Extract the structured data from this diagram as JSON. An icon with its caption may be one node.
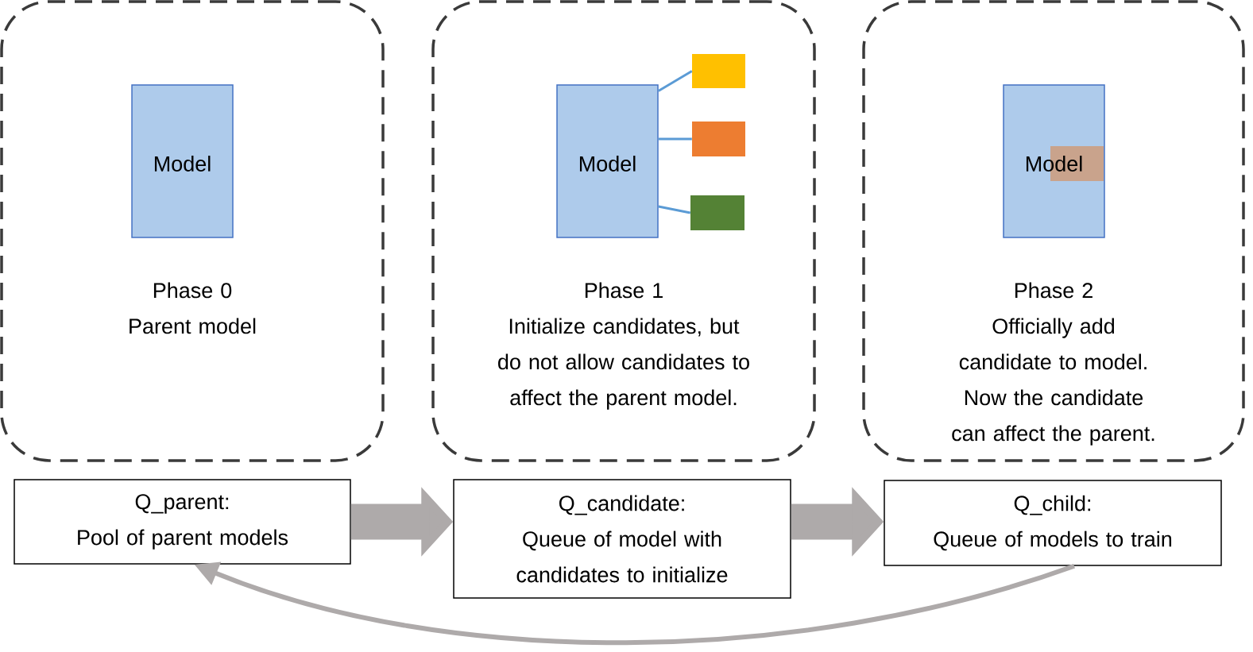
{
  "diagram": {
    "nodes": [
      {
        "text": [
          "Phase 0",
          "Parent model"
        ]
      },
      {
        "text": [
          "Model"
        ],
        "in": 0
      },
      {
        "text": [
          "Phase 1",
          "Initialize candidates, but do not allow candidates to affect the parent model."
        ]
      },
      {
        "text": [
          "Model"
        ],
        "in": 2
      },
      {
        "text": [],
        "shape": "box",
        "in": 2
      },
      {
        "text": [],
        "shape": "box",
        "in": 2
      },
      {
        "text": [],
        "shape": "box",
        "in": 2
      },
      {
        "text": [
          "Phase 2",
          "Officially add candidate to model.",
          "Now the candidate can affect the parent."
        ]
      },
      {
        "text": [
          "Model"
        ],
        "in": 7
      },
      {
        "text": [
          "Q_parent:",
          "Pool of parent models"
        ]
      },
      {
        "text": [
          "Q_candidate:",
          "Queue of model with candidates to initialize"
        ]
      },
      {
        "text": [
          "Q_child:",
          "Queue of models to train"
        ]
      }
    ],
    "edges": [
      {
        "from": 3,
        "to": 4,
        "arrow": "none",
        "color": "#5b9bd5"
      },
      {
        "from": 3,
        "to": 5,
        "arrow": "none",
        "color": "#5b9bd5"
      },
      {
        "from": 3,
        "to": 6,
        "arrow": "none",
        "color": "#5b9bd5"
      },
      {
        "from": 9,
        "to": 10,
        "arrow": "to",
        "style": "thick",
        "color": "#aeaaaa"
      },
      {
        "from": 10,
        "to": 11,
        "arrow": "to",
        "style": "thick",
        "color": "#aeaaaa"
      },
      {
        "from": 11,
        "to": 9,
        "arrow": "to",
        "style": "thick",
        "color": "#aeaaaa"
      }
    ]
  }
}
